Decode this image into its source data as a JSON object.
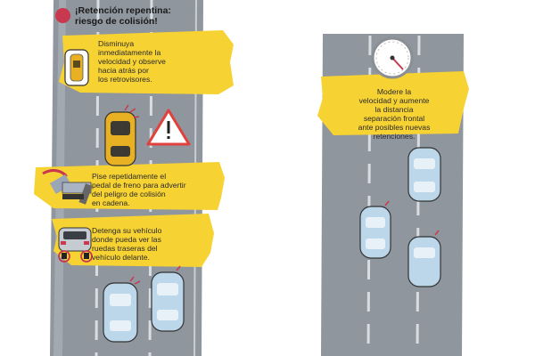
{
  "title": {
    "line1": "¡Retención repentina:",
    "line2": "riesgo de colisión!"
  },
  "notes": {
    "mirrors": [
      "Disminuya",
      "inmediatamente la",
      "velocidad  y observe",
      "hacia atrás por",
      "los retrovisores."
    ],
    "brake": [
      "Pise repetidamente el",
      "pedal de freno para advertir",
      "del peligro de colisión",
      "en cadena."
    ],
    "stop": [
      "Detenga su vehículo",
      "donde pueda ver las",
      "ruedas traseras del",
      "vehículo delante."
    ],
    "distance": [
      "Modere la",
      "velocidad y aumente",
      "la distancia",
      "separación frontal",
      "ante posibles nuevas",
      "retenciones."
    ]
  },
  "colors": {
    "highlight": "#f7d233",
    "road": "#8f969e",
    "lane": "#d8dde2",
    "car_blue": "#bcd6ea",
    "car_yellow": "#e8b023",
    "accent_red": "#c8394f",
    "warning": "#e0413c"
  },
  "icons": [
    "warning-triangle-icon",
    "speedometer-icon",
    "brake-pedal-icon",
    "rear-view-mirror-icon"
  ]
}
